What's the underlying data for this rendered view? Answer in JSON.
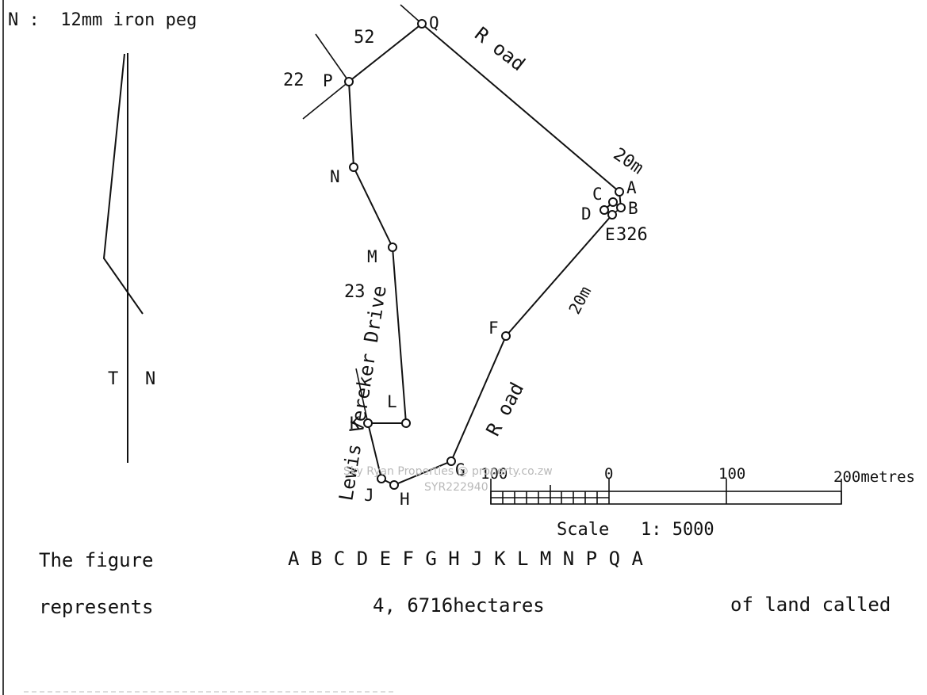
{
  "legend": {
    "peg_note": "N :  12mm iron peg"
  },
  "north_arrow": {
    "left_label": "T",
    "right_label": "N"
  },
  "roads": {
    "top_road": "R oad",
    "bottom_road": "R oad",
    "left_road": "Lewis Vereker Drive",
    "top_width": "20m",
    "right_width": "20m"
  },
  "parcels": {
    "p52": "52",
    "p22": "22",
    "p23": "23",
    "p326": "326"
  },
  "points": {
    "A": "A",
    "B": "B",
    "C": "C",
    "D": "D",
    "E": "E",
    "F": "F",
    "G": "G",
    "H": "H",
    "J": "J",
    "K": "K",
    "L": "L",
    "M": "M",
    "N": "N",
    "P": "P",
    "Q": "Q"
  },
  "scale": {
    "t_left": "100",
    "t_zero": "0",
    "t_mid": "100",
    "t_right": "200metres",
    "caption": "Scale   1: 5000"
  },
  "figure": {
    "label": "The figure",
    "sequence": "A B C D E F G H J K L M N P Q A",
    "represents": "represents",
    "area": "4, 6716hectares",
    "tail": "of land called"
  },
  "watermark": {
    "line1": "Sky Ryan Properties   @ property.co.zw",
    "line2": "SYR222940"
  },
  "colors": {
    "ink": "#111111",
    "watermark": "#b9b9b9",
    "paper": "#ffffff"
  }
}
